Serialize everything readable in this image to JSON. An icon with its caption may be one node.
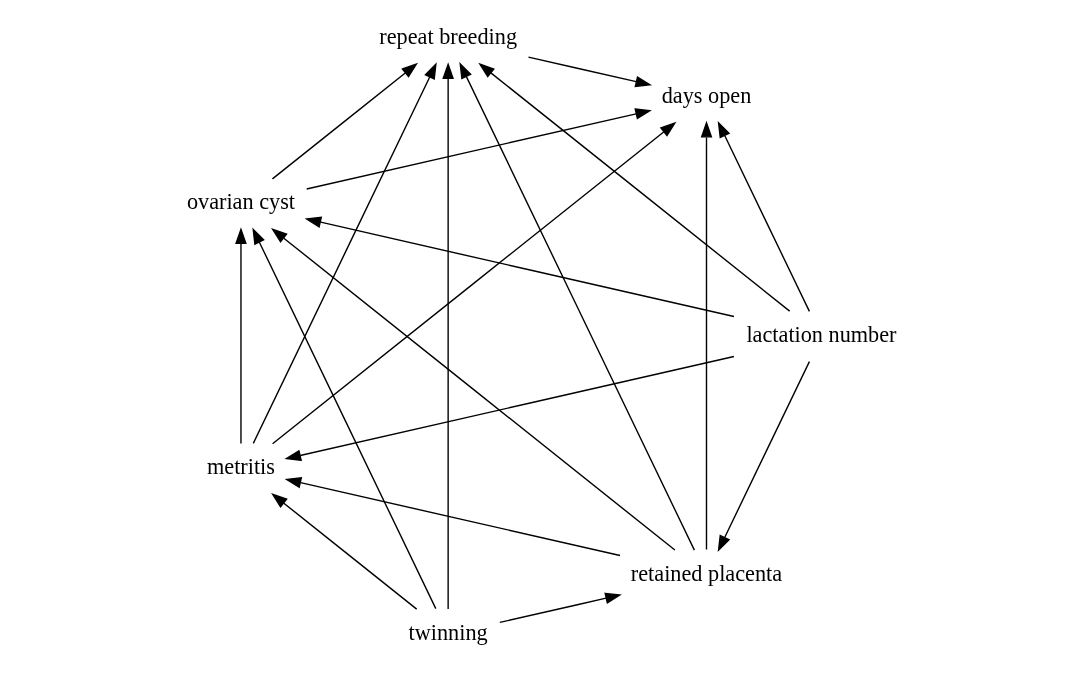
{
  "diagram": {
    "nodes": [
      {
        "text": [
          "retained placenta"
        ]
      },
      {
        "text": [
          "ovarian cyst"
        ]
      },
      {
        "text": [
          "twinning"
        ]
      },
      {
        "text": [
          "repeat breeding"
        ]
      },
      {
        "text": [
          "lactation number"
        ]
      },
      {
        "text": [
          "days open"
        ]
      },
      {
        "text": [
          "metritis"
        ]
      }
    ],
    "edges": [
      {
        "from": 2,
        "to": 0,
        "arrow": "to"
      },
      {
        "from": 4,
        "to": 0,
        "arrow": "to"
      },
      {
        "from": 0,
        "to": 1,
        "arrow": "to"
      },
      {
        "from": 2,
        "to": 1,
        "arrow": "to"
      },
      {
        "from": 4,
        "to": 1,
        "arrow": "to"
      },
      {
        "from": 6,
        "to": 1,
        "arrow": "to"
      },
      {
        "from": 1,
        "to": 3,
        "arrow": "to"
      },
      {
        "from": 0,
        "to": 3,
        "arrow": "to"
      },
      {
        "from": 2,
        "to": 3,
        "arrow": "to"
      },
      {
        "from": 4,
        "to": 3,
        "arrow": "to"
      },
      {
        "from": 6,
        "to": 3,
        "arrow": "to"
      },
      {
        "from": 3,
        "to": 5,
        "arrow": "to"
      },
      {
        "from": 1,
        "to": 5,
        "arrow": "to"
      },
      {
        "from": 0,
        "to": 5,
        "arrow": "to"
      },
      {
        "from": 4,
        "to": 5,
        "arrow": "to"
      },
      {
        "from": 6,
        "to": 5,
        "arrow": "to"
      },
      {
        "from": 2,
        "to": 6,
        "arrow": "to"
      },
      {
        "from": 4,
        "to": 6,
        "arrow": "to"
      },
      {
        "from": 0,
        "to": 6,
        "arrow": "to"
      }
    ]
  }
}
